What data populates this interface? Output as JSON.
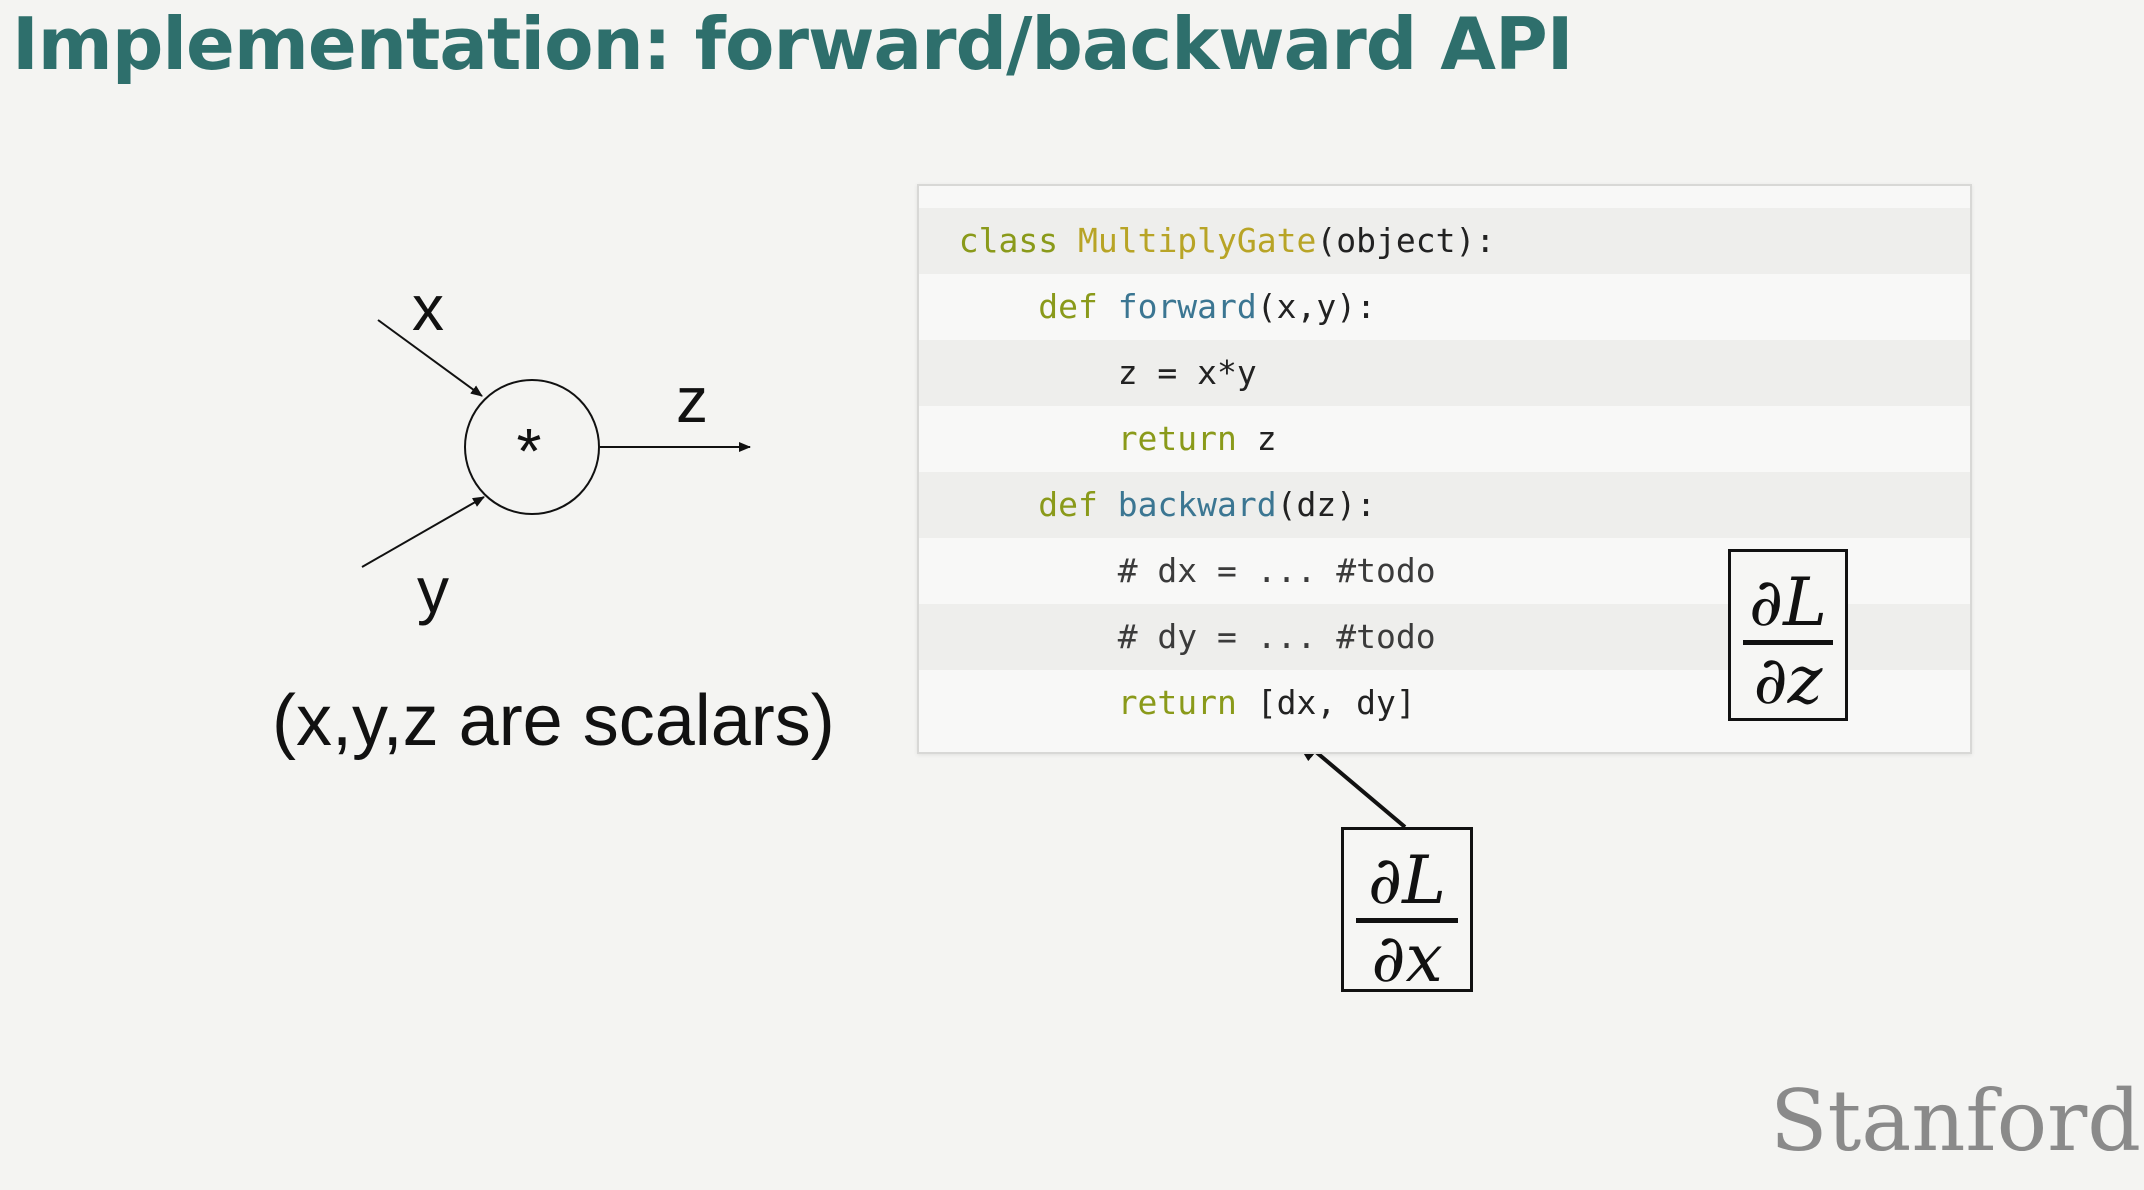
{
  "title": "Implementation: forward/backward API",
  "graph": {
    "input_x": "x",
    "input_y": "y",
    "output_z": "z",
    "operator": "*",
    "note": "(x,y,z are scalars)"
  },
  "code": {
    "line1": {
      "kw": "class",
      "name": "MultiplyGate",
      "rest": "(object):"
    },
    "line2": {
      "kw": "def",
      "name": "forward",
      "rest": "(x,y):"
    },
    "line3": {
      "text": "z = x*y"
    },
    "line4": {
      "kw": "return",
      "rest": " z"
    },
    "line5": {
      "kw": "def",
      "name": "backward",
      "rest": "(dz):"
    },
    "line6": {
      "text": "# dx = ... #todo"
    },
    "line7": {
      "text": "# dy = ... #todo"
    },
    "line8": {
      "kw": "return",
      "rest": " [dx, dy]"
    }
  },
  "annotations": {
    "dL_dz": {
      "numerator": "∂L",
      "denominator": "∂z"
    },
    "dL_dx": {
      "numerator": "∂L",
      "denominator": "∂x"
    }
  },
  "logo": "Stanford"
}
